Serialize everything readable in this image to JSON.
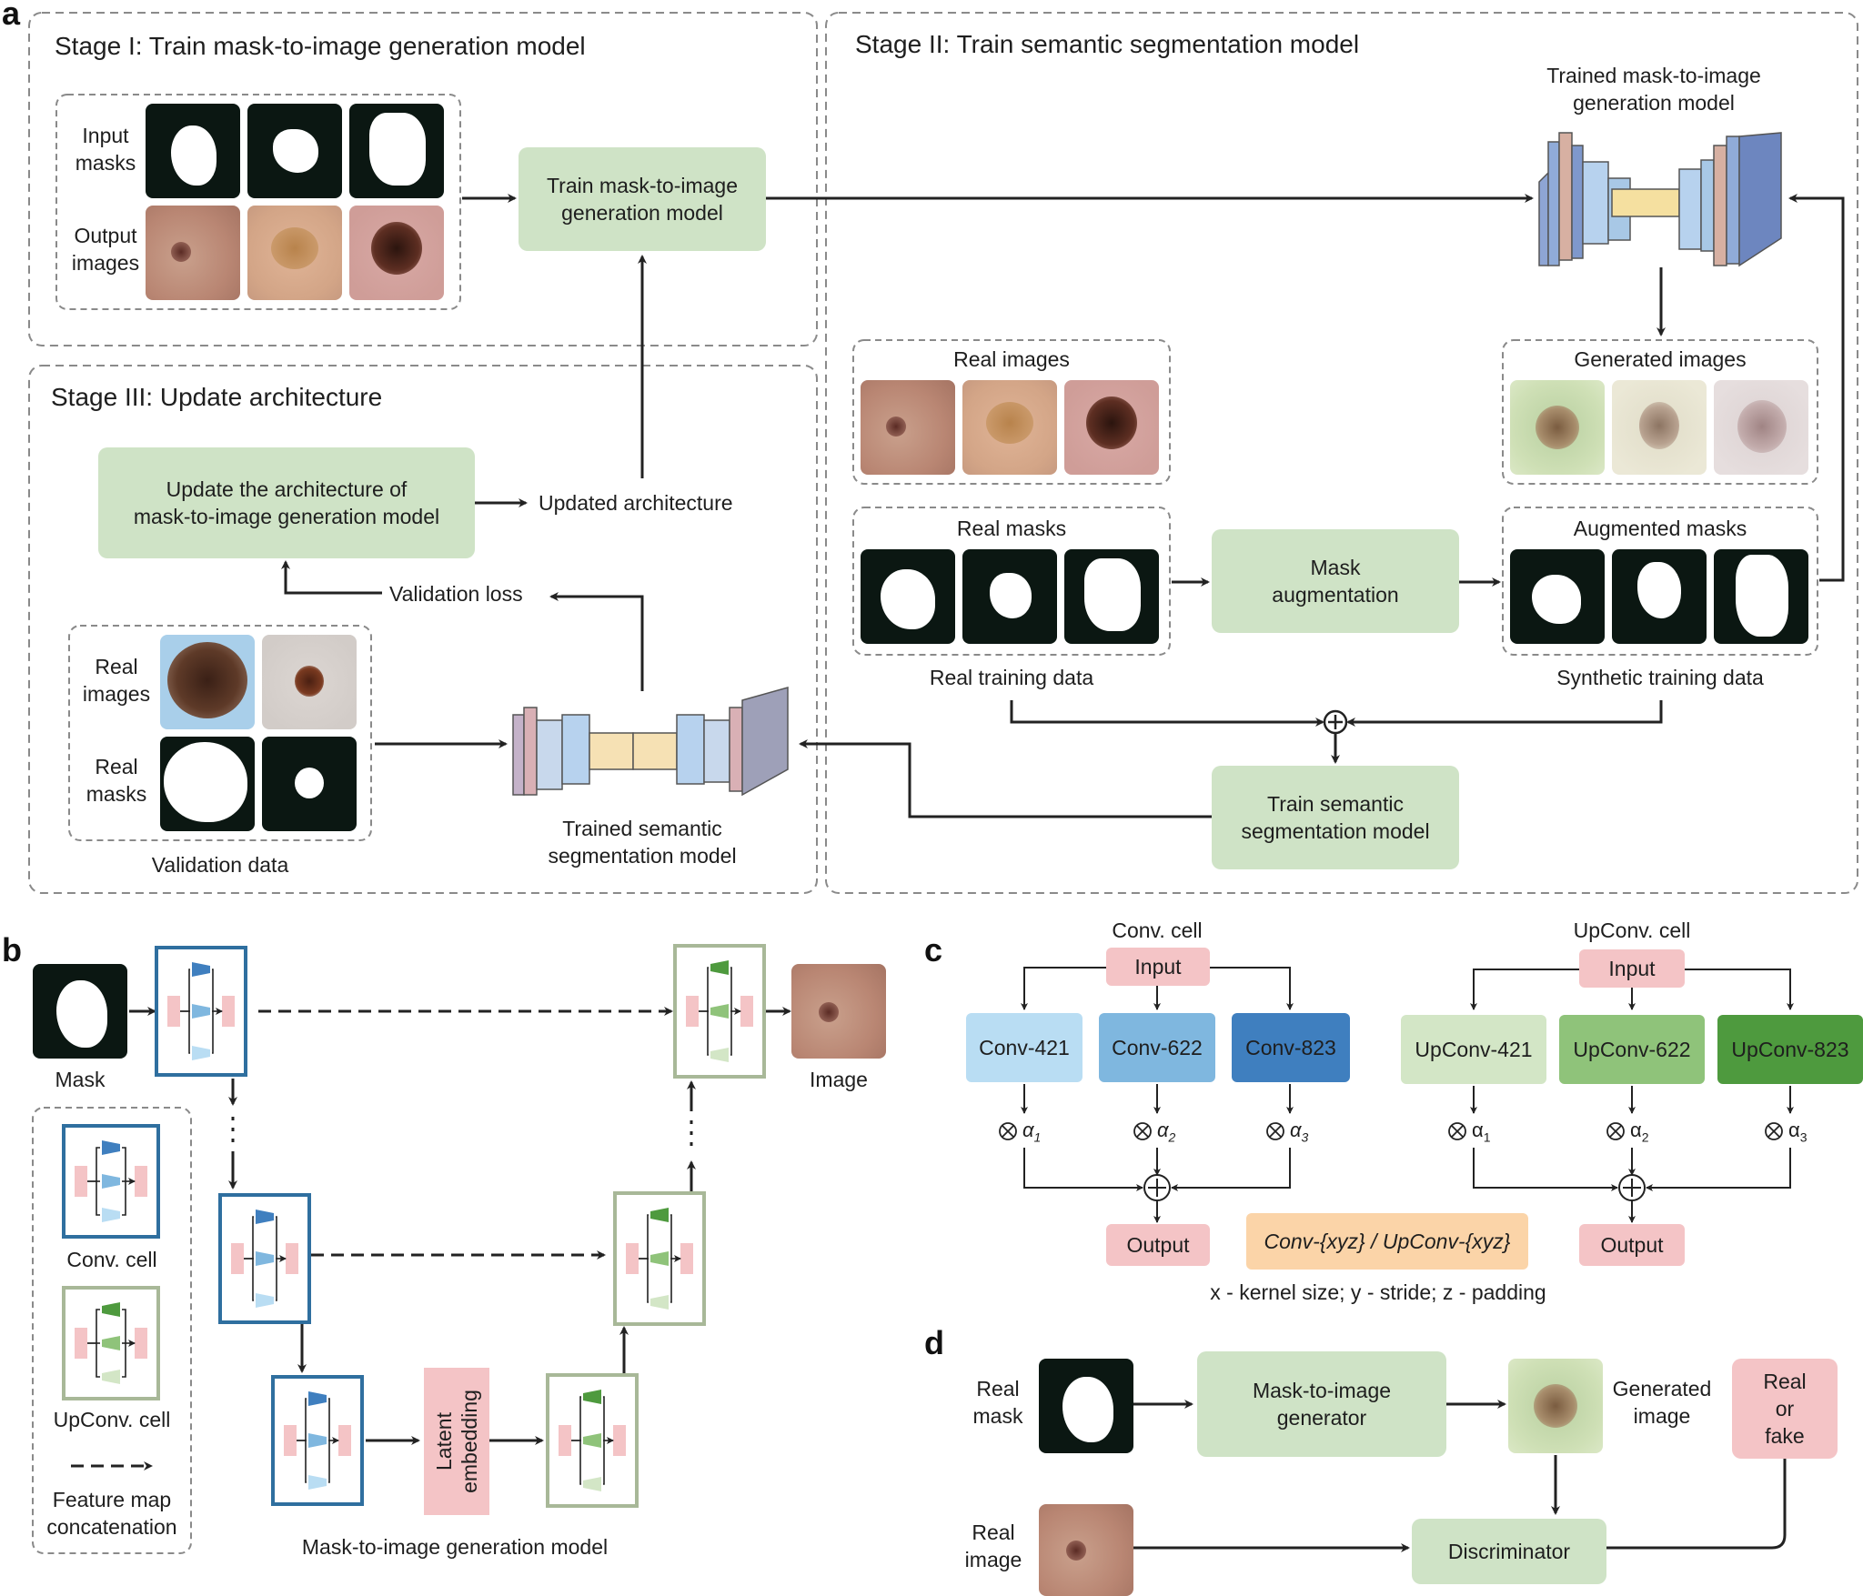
{
  "panels": {
    "a": "a",
    "b": "b",
    "c": "c",
    "d": "d"
  },
  "stage1": {
    "title": "Stage I: Train mask-to-image generation model",
    "input_masks": "Input\nmasks",
    "output_images": "Output\nimages",
    "train_box": "Train mask-to-image\ngeneration model"
  },
  "stage2": {
    "title": "Stage II: Train semantic segmentation model",
    "trained_gen": "Trained mask-to-image\ngeneration model",
    "real_images": "Real images",
    "generated_images": "Generated images",
    "real_masks": "Real masks",
    "augmented_masks": "Augmented masks",
    "mask_aug_box": "Mask\naugmentation",
    "real_training_data": "Real training data",
    "synthetic_training_data": "Synthetic training data",
    "train_seg_box": "Train semantic\nsegmentation model"
  },
  "stage3": {
    "title": "Stage III: Update architecture",
    "update_box": "Update the architecture of\nmask-to-image generation model",
    "updated_arch": "Updated architecture",
    "validation_loss": "Validation loss",
    "real_images": "Real\nimages",
    "real_masks": "Real\nmasks",
    "validation_data": "Validation data",
    "trained_seg": "Trained semantic\nsegmentation model"
  },
  "panel_b": {
    "mask": "Mask",
    "image": "Image",
    "conv_cell": "Conv. cell",
    "upconv_cell": "UpConv. cell",
    "feature_concat": "Feature map\nconcatenation",
    "latent": "Latent\nembedding",
    "model_label": "Mask-to-image generation model"
  },
  "panel_c": {
    "conv_title": "Conv. cell",
    "upconv_title": "UpConv. cell",
    "input": "Input",
    "output": "Output",
    "conv_ops": [
      "Conv-421",
      "Conv-622",
      "Conv-823"
    ],
    "upconv_ops": [
      "UpConv-421",
      "UpConv-622",
      "UpConv-823"
    ],
    "alpha_symbol": "α",
    "alpha_subs": [
      "1",
      "2",
      "3"
    ],
    "legend_box": "Conv-{xyz} / UpConv-{xyz}",
    "legend_note": "x - kernel size; y - stride; z - padding"
  },
  "panel_d": {
    "real_mask": "Real\nmask",
    "generator": "Mask-to-image\ngenerator",
    "generated_image": "Generated\nimage",
    "real_or_fake": "Real\nor\nfake",
    "real_image": "Real\nimage",
    "discriminator": "Discriminator"
  },
  "colors": {
    "green_box": "#cfe3c6",
    "pink": "#f4c4c6",
    "conv_light": "#b9ddf3",
    "conv_mid": "#7fb7df",
    "conv_dark": "#3f7fbf",
    "upconv_light": "#d3e6c6",
    "upconv_mid": "#8fc37a",
    "upconv_dark": "#4e9a3e",
    "legend": "#fbd4a8",
    "cell_blue": "#2f6f9f",
    "cell_green": "#a8b898"
  }
}
